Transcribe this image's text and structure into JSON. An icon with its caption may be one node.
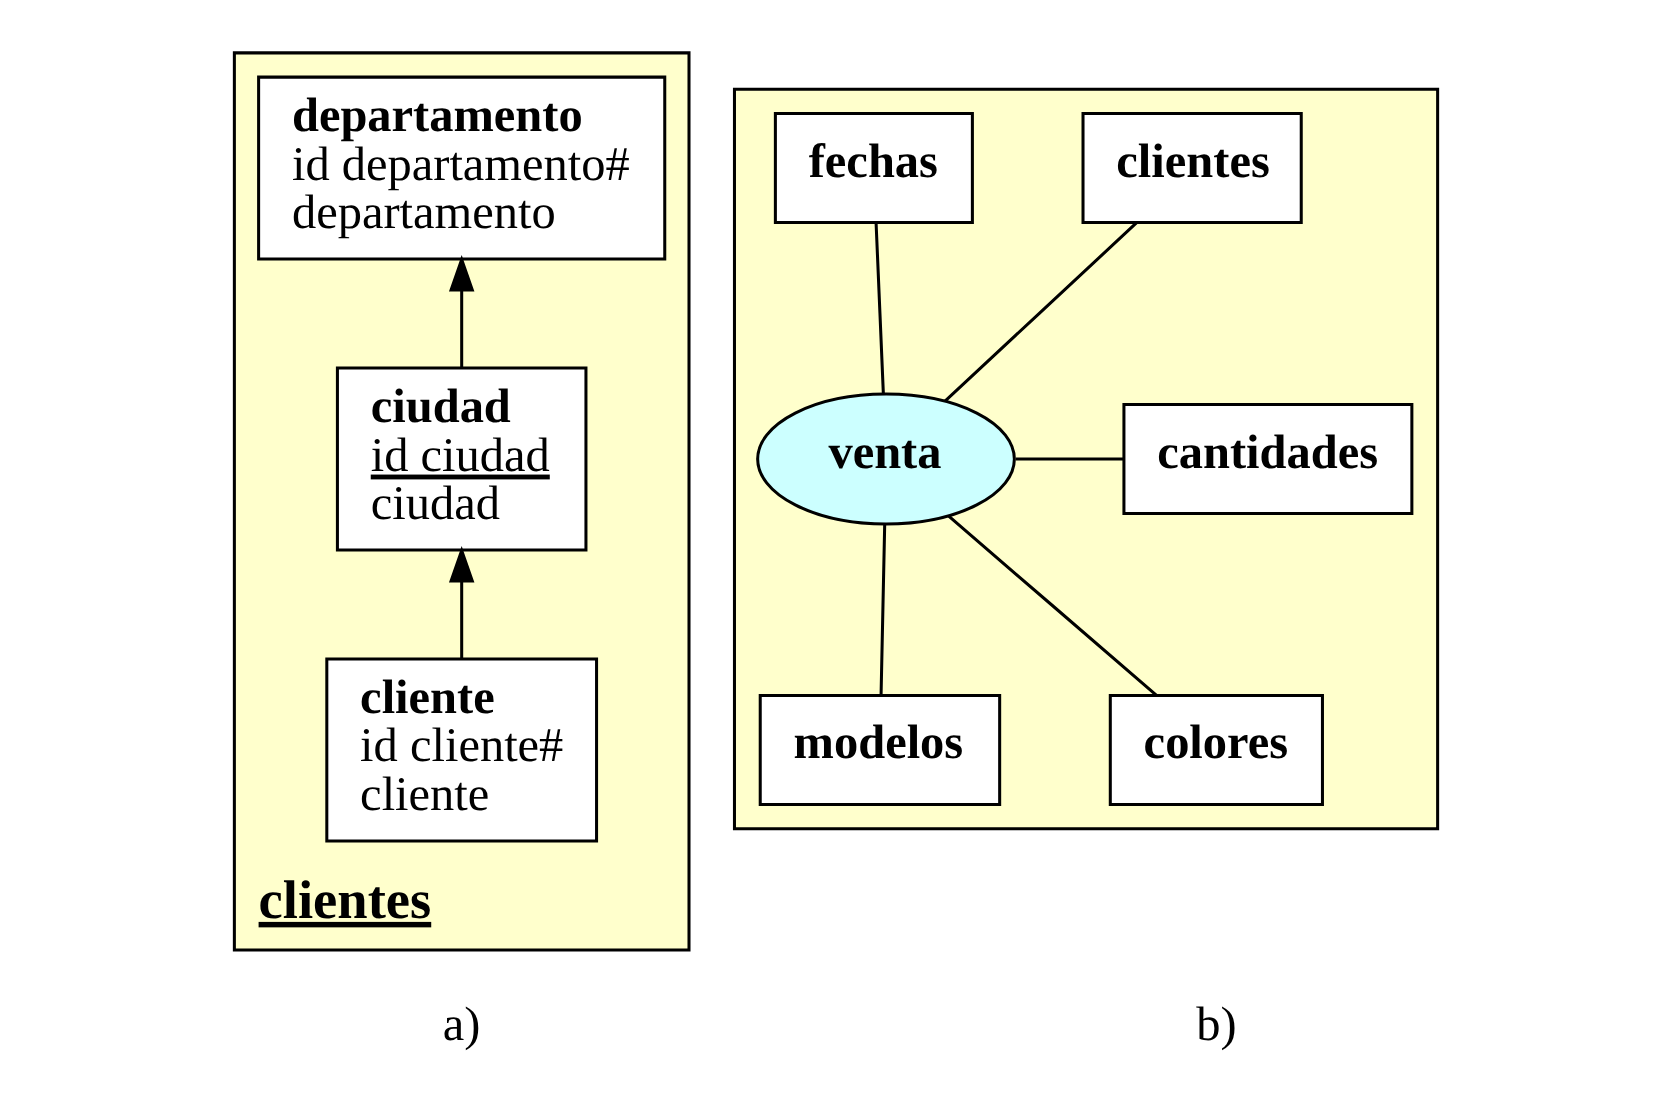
{
  "diagram": {
    "nodes": [
      {
        "text": [
          "clientes"
        ]
      },
      {
        "text": [
          "departamento",
          "id departamento#",
          "departamento"
        ],
        "in": 0
      },
      {
        "text": [
          "ciudad",
          "id ciudad",
          "ciudad"
        ],
        "in": 0
      },
      {
        "text": [
          "cliente",
          "id cliente#",
          "cliente"
        ],
        "in": 0
      },
      {
        "text": [],
        "shape": "box"
      },
      {
        "text": [
          "fechas"
        ],
        "in": 4
      },
      {
        "text": [
          "clientes"
        ],
        "in": 4
      },
      {
        "text": [
          "venta"
        ],
        "in": 4
      },
      {
        "text": [
          "cantidades"
        ],
        "in": 4
      },
      {
        "text": [
          "colores"
        ],
        "in": 4
      },
      {
        "text": [
          "modelos"
        ],
        "in": 4
      }
    ],
    "edges": [
      {
        "from": 2,
        "to": 1,
        "arrow": "to"
      },
      {
        "from": 3,
        "to": 2,
        "arrow": "to"
      },
      {
        "from": 7,
        "to": 5,
        "arrow": "none"
      },
      {
        "from": 7,
        "to": 6,
        "arrow": "none"
      },
      {
        "from": 7,
        "to": 8,
        "arrow": "none"
      },
      {
        "from": 9,
        "to": 7,
        "arrow": "none"
      },
      {
        "from": 10,
        "to": 7,
        "arrow": "none"
      }
    ],
    "labels": [
      "b)",
      "a)"
    ]
  }
}
